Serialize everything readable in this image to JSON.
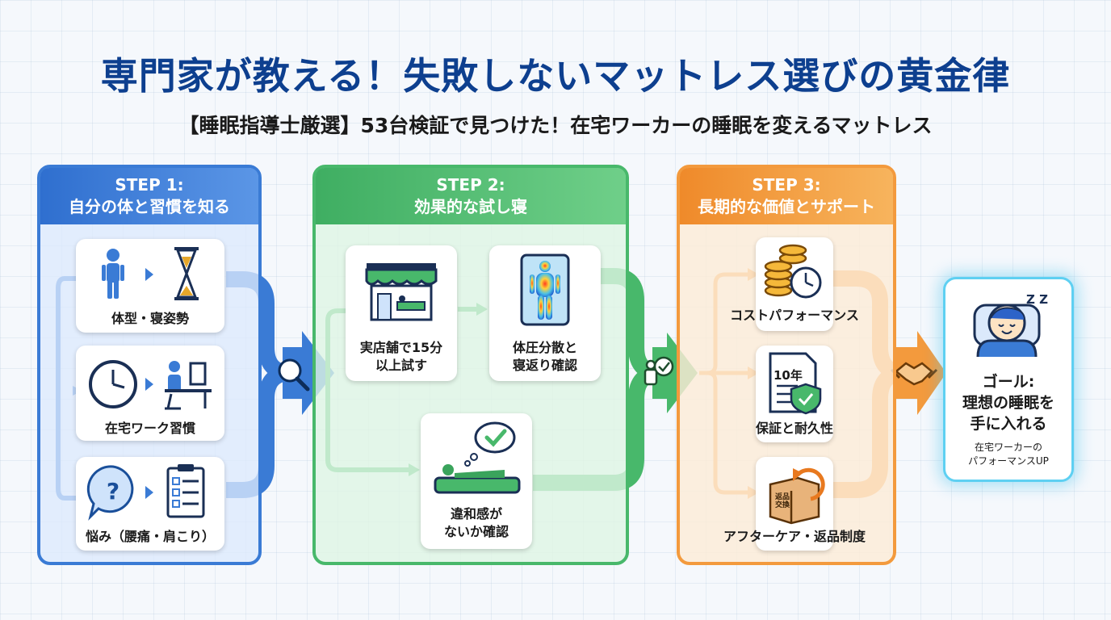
{
  "title": "専門家が教える！失敗しないマットレス選びの黄金律",
  "subtitle": "【睡眠指導士厳選】53台検証で見つけた！在宅ワーカーの睡眠を変えるマットレス",
  "colors": {
    "step1": "#3a7bd5",
    "step2": "#48b86b",
    "step3": "#f39a3d",
    "goal": "#5ed0f2",
    "title": "#0d3f8f"
  },
  "step1": {
    "line1": "STEP 1:",
    "line2": "自分の体と習慣を知る",
    "items": [
      {
        "label": "体型・寝姿勢",
        "icons": [
          "person-icon",
          "hourglass-icon"
        ]
      },
      {
        "label": "在宅ワーク習慣",
        "icons": [
          "clock-icon",
          "desk-worker-icon"
        ]
      },
      {
        "label": "悩み（腰痛・肩こり）",
        "icons": [
          "question-icon",
          "checklist-icon"
        ]
      }
    ]
  },
  "step2": {
    "line1": "STEP 2:",
    "line2": "効果的な試し寝",
    "items": [
      {
        "line1": "実店舗で15分",
        "line2": "以上試す",
        "icons": [
          "store-icon"
        ]
      },
      {
        "line1": "体圧分散と",
        "line2": "寝返り確認",
        "icons": [
          "pressure-map-icon"
        ]
      },
      {
        "line1": "違和感が",
        "line2": "ないか確認",
        "icons": [
          "sleeping-person-icon"
        ]
      }
    ]
  },
  "step3": {
    "line1": "STEP 3:",
    "line2": "長期的な価値とサポート",
    "items": [
      {
        "label": "コストパフォーマンス",
        "icons": [
          "coins-icon",
          "clock-icon"
        ]
      },
      {
        "label": "保証と耐久性",
        "badge": "10年",
        "icons": [
          "document-shield-icon"
        ]
      },
      {
        "label": "アフターケア・返品制度",
        "box_text": [
          "返品",
          "交換"
        ],
        "icons": [
          "return-box-icon"
        ]
      }
    ]
  },
  "goal": {
    "zzz": "Z Z",
    "title1": "ゴール:",
    "title2": "理想の睡眠を",
    "title3": "手に入れる",
    "sub1": "在宅ワーカーの",
    "sub2": "パフォーマンスUP"
  }
}
